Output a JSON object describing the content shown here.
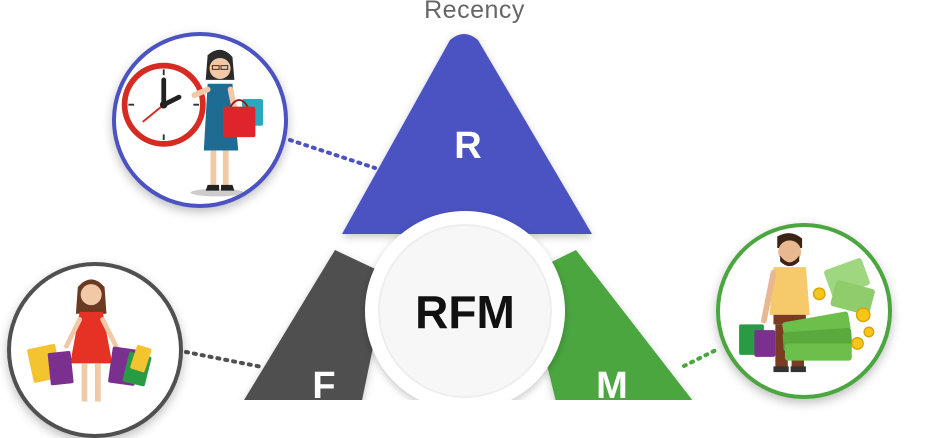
{
  "header": {
    "caption": "Recency"
  },
  "pyramid": {
    "center_label": "RFM",
    "segments": [
      {
        "letter": "R",
        "color": "#4b52c2"
      },
      {
        "letter": "F",
        "color": "#505050"
      },
      {
        "letter": "M",
        "color": "#4ba63f"
      }
    ]
  },
  "illustrations": [
    {
      "subject": "woman-with-clock-and-shopping-bag",
      "ring_color": "#4b52c2"
    },
    {
      "subject": "woman-with-many-shopping-bags",
      "ring_color": "#505050"
    },
    {
      "subject": "man-with-money-stacks-and-coins",
      "ring_color": "#4ba63f"
    }
  ]
}
